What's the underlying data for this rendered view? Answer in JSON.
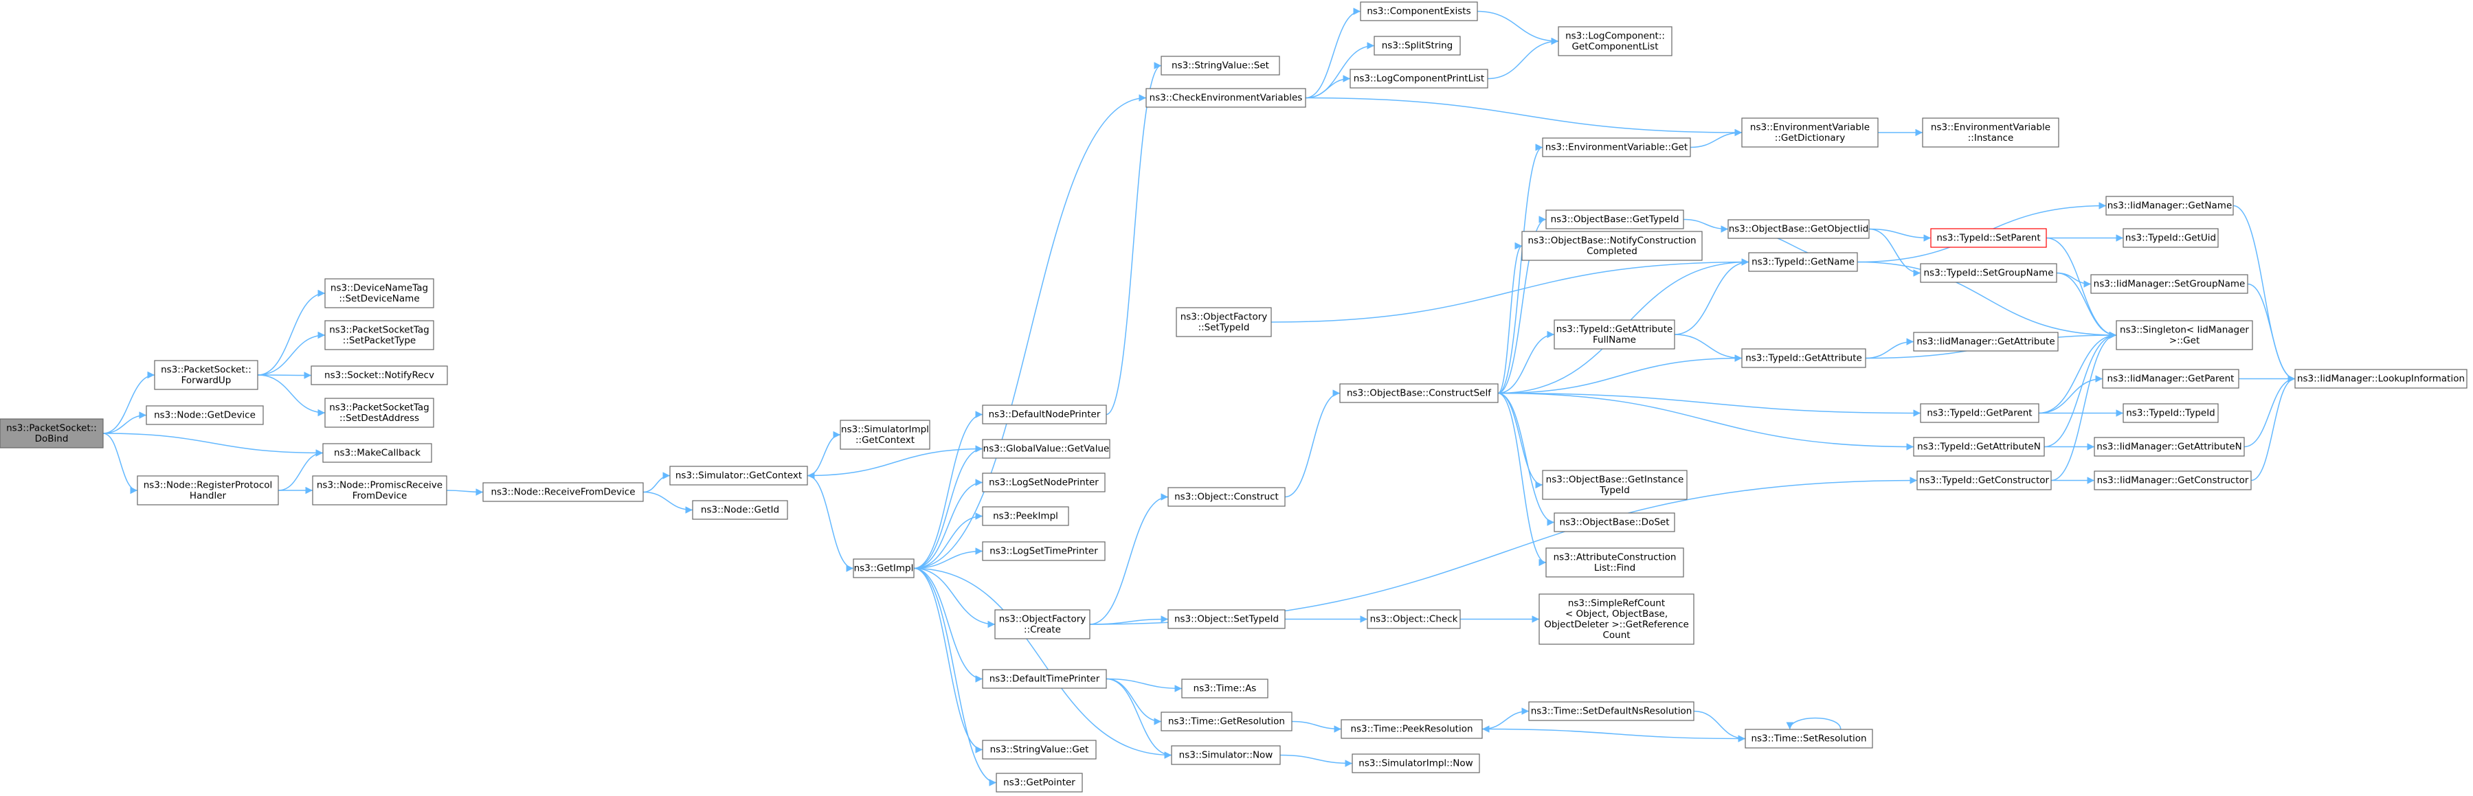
{
  "graph": {
    "root": "n_dobind",
    "nodes": [
      {
        "id": "n_dobind",
        "lines": [
          "ns3::PacketSocket::",
          "DoBind"
        ],
        "root": true
      },
      {
        "id": "n_forwardup",
        "lines": [
          "ns3::PacketSocket::",
          "ForwardUp"
        ]
      },
      {
        "id": "n_getdevice",
        "lines": [
          "ns3::Node::GetDevice"
        ]
      },
      {
        "id": "n_makecallback",
        "lines": [
          "ns3::MakeCallback"
        ]
      },
      {
        "id": "n_registerprotocol",
        "lines": [
          "ns3::Node::RegisterProtocol",
          "Handler"
        ]
      },
      {
        "id": "n_devicenametag",
        "lines": [
          "ns3::DeviceNameTag",
          "::SetDeviceName"
        ]
      },
      {
        "id": "n_setpackettype",
        "lines": [
          "ns3::PacketSocketTag",
          "::SetPacketType"
        ]
      },
      {
        "id": "n_notifyrecv",
        "lines": [
          "ns3::Socket::NotifyRecv"
        ]
      },
      {
        "id": "n_setdestaddress",
        "lines": [
          "ns3::PacketSocketTag",
          "::SetDestAddress"
        ]
      },
      {
        "id": "n_promisc",
        "lines": [
          "ns3::Node::PromiscReceive",
          "FromDevice"
        ]
      },
      {
        "id": "n_receivefromdevice",
        "lines": [
          "ns3::Node::ReceiveFromDevice"
        ]
      },
      {
        "id": "n_simgetcontext",
        "lines": [
          "ns3::Simulator::GetContext"
        ]
      },
      {
        "id": "n_nodegetid",
        "lines": [
          "ns3::Node::GetId"
        ]
      },
      {
        "id": "n_simimplgetcontext",
        "lines": [
          "ns3::SimulatorImpl",
          "::GetContext"
        ]
      },
      {
        "id": "n_getimpl",
        "lines": [
          "ns3::GetImpl"
        ]
      },
      {
        "id": "n_defaultnodeprinter",
        "lines": [
          "ns3::DefaultNodePrinter"
        ]
      },
      {
        "id": "n_globalvalueget",
        "lines": [
          "ns3::GlobalValue::GetValue"
        ]
      },
      {
        "id": "n_logsetnodeprinter",
        "lines": [
          "ns3::LogSetNodePrinter"
        ]
      },
      {
        "id": "n_peekimpl",
        "lines": [
          "ns3::PeekImpl"
        ]
      },
      {
        "id": "n_logsettimeprinter",
        "lines": [
          "ns3::LogSetTimePrinter"
        ]
      },
      {
        "id": "n_objfactorycreate",
        "lines": [
          "ns3::ObjectFactory",
          "::Create"
        ]
      },
      {
        "id": "n_defaulttimeprinter",
        "lines": [
          "ns3::DefaultTimePrinter"
        ]
      },
      {
        "id": "n_stringvalueget",
        "lines": [
          "ns3::StringValue::Get"
        ]
      },
      {
        "id": "n_getpointer",
        "lines": [
          "ns3::GetPointer"
        ]
      },
      {
        "id": "n_stringvalueset",
        "lines": [
          "ns3::StringValue::Set"
        ]
      },
      {
        "id": "n_checkenv",
        "lines": [
          "ns3::CheckEnvironmentVariables"
        ]
      },
      {
        "id": "n_objfactorysettypeid",
        "lines": [
          "ns3::ObjectFactory",
          "::SetTypeId"
        ]
      },
      {
        "id": "n_objectconstruct",
        "lines": [
          "ns3::Object::Construct"
        ]
      },
      {
        "id": "n_objectsettypeid",
        "lines": [
          "ns3::Object::SetTypeId"
        ]
      },
      {
        "id": "n_timeas",
        "lines": [
          "ns3::Time::As"
        ]
      },
      {
        "id": "n_timegetresolution",
        "lines": [
          "ns3::Time::GetResolution"
        ]
      },
      {
        "id": "n_simulatornow",
        "lines": [
          "ns3::Simulator::Now"
        ]
      },
      {
        "id": "n_componentexists",
        "lines": [
          "ns3::ComponentExists"
        ]
      },
      {
        "id": "n_splitstring",
        "lines": [
          "ns3::SplitString"
        ]
      },
      {
        "id": "n_logcomponentprintlist",
        "lines": [
          "ns3::LogComponentPrintList"
        ]
      },
      {
        "id": "n_getcomponentlist",
        "lines": [
          "ns3::LogComponent::",
          "GetComponentList"
        ]
      },
      {
        "id": "n_envvarget",
        "lines": [
          "ns3::EnvironmentVariable::Get"
        ]
      },
      {
        "id": "n_envvargetdict",
        "lines": [
          "ns3::EnvironmentVariable",
          "::GetDictionary"
        ]
      },
      {
        "id": "n_envvarinstance",
        "lines": [
          "ns3::EnvironmentVariable",
          "::Instance"
        ]
      },
      {
        "id": "n_objbasegettypeid",
        "lines": [
          "ns3::ObjectBase::GetTypeId"
        ]
      },
      {
        "id": "n_notifyconstruction",
        "lines": [
          "ns3::ObjectBase::NotifyConstruction",
          "Completed"
        ]
      },
      {
        "id": "n_getattributefullname",
        "lines": [
          "ns3::TypeId::GetAttribute",
          "FullName"
        ]
      },
      {
        "id": "n_constructself",
        "lines": [
          "ns3::ObjectBase::ConstructSelf"
        ]
      },
      {
        "id": "n_getinstancetypeid",
        "lines": [
          "ns3::ObjectBase::GetInstance",
          "TypeId"
        ]
      },
      {
        "id": "n_doset",
        "lines": [
          "ns3::ObjectBase::DoSet"
        ]
      },
      {
        "id": "n_attrconstructionfind",
        "lines": [
          "ns3::AttributeConstruction",
          "List::Find"
        ]
      },
      {
        "id": "n_objectcheck",
        "lines": [
          "ns3::Object::Check"
        ]
      },
      {
        "id": "n_simplerefcount",
        "lines": [
          "ns3::SimpleRefCount",
          "< Object, ObjectBase,",
          "ObjectDeleter >::GetReference",
          "Count"
        ]
      },
      {
        "id": "n_peekresolution",
        "lines": [
          "ns3::Time::PeekResolution"
        ]
      },
      {
        "id": "n_setdefaultnsresolution",
        "lines": [
          "ns3::Time::SetDefaultNsResolution"
        ]
      },
      {
        "id": "n_setresolution",
        "lines": [
          "ns3::Time::SetResolution"
        ]
      },
      {
        "id": "n_simimplnow",
        "lines": [
          "ns3::SimulatorImpl::Now"
        ]
      },
      {
        "id": "n_getobjectiid",
        "lines": [
          "ns3::ObjectBase::GetObjectIid"
        ]
      },
      {
        "id": "n_typeidgetname",
        "lines": [
          "ns3::TypeId::GetName"
        ]
      },
      {
        "id": "n_typeidgetattribute",
        "lines": [
          "ns3::TypeId::GetAttribute"
        ]
      },
      {
        "id": "n_typeidgetparent",
        "lines": [
          "ns3::TypeId::GetParent"
        ]
      },
      {
        "id": "n_typeidgetattributen",
        "lines": [
          "ns3::TypeId::GetAttributeN"
        ]
      },
      {
        "id": "n_typeidgetconstructor",
        "lines": [
          "ns3::TypeId::GetConstructor"
        ]
      },
      {
        "id": "n_typeidsetparent",
        "lines": [
          "ns3::TypeId::SetParent"
        ],
        "highlight": true
      },
      {
        "id": "n_typeidsetgroupname",
        "lines": [
          "ns3::TypeId::SetGroupName"
        ]
      },
      {
        "id": "n_iidgetname",
        "lines": [
          "ns3::IidManager::GetName"
        ]
      },
      {
        "id": "n_typeidgetuid",
        "lines": [
          "ns3::TypeId::GetUid"
        ]
      },
      {
        "id": "n_iidsetgroupname",
        "lines": [
          "ns3::IidManager::SetGroupName"
        ]
      },
      {
        "id": "n_singletonget",
        "lines": [
          "ns3::Singleton< IidManager",
          ">::Get"
        ]
      },
      {
        "id": "n_iidgetattribute",
        "lines": [
          "ns3::IidManager::GetAttribute"
        ]
      },
      {
        "id": "n_iidgetparent",
        "lines": [
          "ns3::IidManager::GetParent"
        ]
      },
      {
        "id": "n_typeidtypeid",
        "lines": [
          "ns3::TypeId::TypeId"
        ]
      },
      {
        "id": "n_iidgetattributen",
        "lines": [
          "ns3::IidManager::GetAttributeN"
        ]
      },
      {
        "id": "n_iidgetconstructor",
        "lines": [
          "ns3::IidManager::GetConstructor"
        ]
      },
      {
        "id": "n_iidlookup",
        "lines": [
          "ns3::IidManager::LookupInformation"
        ]
      }
    ],
    "edges": [
      [
        "n_dobind",
        "n_forwardup"
      ],
      [
        "n_dobind",
        "n_getdevice"
      ],
      [
        "n_dobind",
        "n_makecallback"
      ],
      [
        "n_dobind",
        "n_registerprotocol"
      ],
      [
        "n_forwardup",
        "n_devicenametag"
      ],
      [
        "n_forwardup",
        "n_setpackettype"
      ],
      [
        "n_forwardup",
        "n_notifyrecv"
      ],
      [
        "n_forwardup",
        "n_setdestaddress"
      ],
      [
        "n_registerprotocol",
        "n_makecallback"
      ],
      [
        "n_registerprotocol",
        "n_promisc"
      ],
      [
        "n_promisc",
        "n_receivefromdevice"
      ],
      [
        "n_receivefromdevice",
        "n_simgetcontext"
      ],
      [
        "n_receivefromdevice",
        "n_nodegetid"
      ],
      [
        "n_simgetcontext",
        "n_simimplgetcontext"
      ],
      [
        "n_simgetcontext",
        "n_getimpl"
      ],
      [
        "n_getimpl",
        "n_defaultnodeprinter"
      ],
      [
        "n_getimpl",
        "n_globalvalueget"
      ],
      [
        "n_getimpl",
        "n_logsetnodeprinter"
      ],
      [
        "n_getimpl",
        "n_peekimpl"
      ],
      [
        "n_getimpl",
        "n_logsettimeprinter"
      ],
      [
        "n_getimpl",
        "n_objfactorycreate"
      ],
      [
        "n_getimpl",
        "n_defaulttimeprinter"
      ],
      [
        "n_getimpl",
        "n_stringvalueget"
      ],
      [
        "n_getimpl",
        "n_getpointer"
      ],
      [
        "n_getimpl",
        "n_checkenv"
      ],
      [
        "n_getimpl",
        "n_simulatornow"
      ],
      [
        "n_defaultnodeprinter",
        "n_stringvalueset"
      ],
      [
        "n_globalvalueget",
        "n_simgetcontext"
      ],
      [
        "n_objfactorycreate",
        "n_objectconstruct"
      ],
      [
        "n_objfactorycreate",
        "n_objectsettypeid"
      ],
      [
        "n_objfactorycreate",
        "n_typeidgetconstructor"
      ],
      [
        "n_objfactorysettypeid",
        "n_typeidgetname"
      ],
      [
        "n_defaulttimeprinter",
        "n_timeas"
      ],
      [
        "n_defaulttimeprinter",
        "n_timegetresolution"
      ],
      [
        "n_defaulttimeprinter",
        "n_simulatornow"
      ],
      [
        "n_checkenv",
        "n_componentexists"
      ],
      [
        "n_checkenv",
        "n_splitstring"
      ],
      [
        "n_checkenv",
        "n_logcomponentprintlist"
      ],
      [
        "n_checkenv",
        "n_envvargetdict"
      ],
      [
        "n_componentexists",
        "n_getcomponentlist"
      ],
      [
        "n_logcomponentprintlist",
        "n_getcomponentlist"
      ],
      [
        "n_envvarget",
        "n_envvargetdict"
      ],
      [
        "n_envvargetdict",
        "n_envvarinstance"
      ],
      [
        "n_objectconstruct",
        "n_constructself"
      ],
      [
        "n_objectsettypeid",
        "n_objectcheck"
      ],
      [
        "n_objectcheck",
        "n_simplerefcount"
      ],
      [
        "n_timegetresolution",
        "n_peekresolution"
      ],
      [
        "n_simulatornow",
        "n_simimplnow"
      ],
      [
        "n_peekresolution",
        "n_setdefaultnsresolution"
      ],
      [
        "n_setdefaultnsresolution",
        "n_setresolution"
      ],
      [
        "n_setresolution",
        "n_peekresolution"
      ],
      [
        "n_setresolution",
        "n_setresolution"
      ],
      [
        "n_constructself",
        "n_envvarget"
      ],
      [
        "n_constructself",
        "n_objbasegettypeid"
      ],
      [
        "n_constructself",
        "n_notifyconstruction"
      ],
      [
        "n_constructself",
        "n_getattributefullname"
      ],
      [
        "n_constructself",
        "n_typeidgetattribute"
      ],
      [
        "n_constructself",
        "n_typeidgetname"
      ],
      [
        "n_constructself",
        "n_typeidgetparent"
      ],
      [
        "n_constructself",
        "n_typeidgetattributen"
      ],
      [
        "n_constructself",
        "n_getinstancetypeid"
      ],
      [
        "n_constructself",
        "n_doset"
      ],
      [
        "n_constructself",
        "n_attrconstructionfind"
      ],
      [
        "n_objbasegettypeid",
        "n_getobjectiid"
      ],
      [
        "n_getobjectiid",
        "n_typeidsetparent"
      ],
      [
        "n_getobjectiid",
        "n_typeidsetgroupname"
      ],
      [
        "n_getobjectiid",
        "n_typeidgetname"
      ],
      [
        "n_getattributefullname",
        "n_typeidgetname"
      ],
      [
        "n_getattributefullname",
        "n_typeidgetattribute"
      ],
      [
        "n_typeidgetname",
        "n_iidgetname"
      ],
      [
        "n_typeidgetname",
        "n_singletonget"
      ],
      [
        "n_typeidsetparent",
        "n_typeidgetuid"
      ],
      [
        "n_typeidsetparent",
        "n_singletonget"
      ],
      [
        "n_typeidsetgroupname",
        "n_iidsetgroupname"
      ],
      [
        "n_typeidsetgroupname",
        "n_singletonget"
      ],
      [
        "n_typeidgetattribute",
        "n_iidgetattribute"
      ],
      [
        "n_typeidgetattribute",
        "n_singletonget"
      ],
      [
        "n_typeidgetparent",
        "n_iidgetparent"
      ],
      [
        "n_typeidgetparent",
        "n_typeidtypeid"
      ],
      [
        "n_typeidgetparent",
        "n_singletonget"
      ],
      [
        "n_typeidgetattributen",
        "n_iidgetattributen"
      ],
      [
        "n_typeidgetattributen",
        "n_singletonget"
      ],
      [
        "n_typeidgetconstructor",
        "n_iidgetconstructor"
      ],
      [
        "n_typeidgetconstructor",
        "n_singletonget"
      ],
      [
        "n_iidgetname",
        "n_iidlookup"
      ],
      [
        "n_iidsetgroupname",
        "n_iidlookup"
      ],
      [
        "n_iidgetparent",
        "n_iidlookup"
      ],
      [
        "n_iidgetattributen",
        "n_iidlookup"
      ],
      [
        "n_iidgetconstructor",
        "n_iidlookup"
      ]
    ],
    "colors": {
      "edge": "#63b8ff",
      "box_border": "#666666",
      "root_fill": "#999999",
      "highlight_border": "#ff0000"
    }
  }
}
